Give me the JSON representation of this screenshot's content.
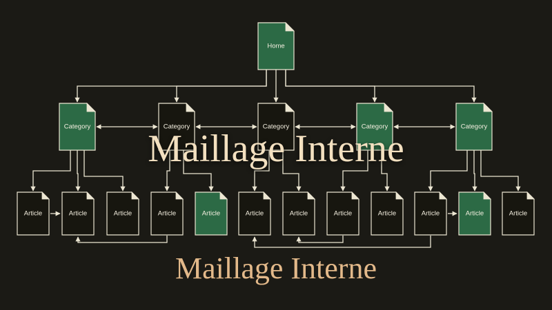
{
  "title": "Maillage Interne",
  "subtitle": "Maillage Interne",
  "colors": {
    "background": "#1b1a15",
    "line": "#ece6d2",
    "green_fill": "#2c6a45",
    "dark_fill": "#17160f",
    "title": "#f3e0c0",
    "subtitle": "#e3b98a"
  },
  "nodes": {
    "home": {
      "label": "Home",
      "highlight": true
    },
    "categories": [
      {
        "label": "Category",
        "highlight": true
      },
      {
        "label": "Category",
        "highlight": false
      },
      {
        "label": "Category",
        "highlight": false
      },
      {
        "label": "Category",
        "highlight": true
      },
      {
        "label": "Category",
        "highlight": true
      }
    ],
    "articles": [
      {
        "label": "Article",
        "highlight": false
      },
      {
        "label": "Article",
        "highlight": false
      },
      {
        "label": "Article",
        "highlight": false
      },
      {
        "label": "Article",
        "highlight": false
      },
      {
        "label": "Article",
        "highlight": true
      },
      {
        "label": "Article",
        "highlight": false
      },
      {
        "label": "Article",
        "highlight": false
      },
      {
        "label": "Article",
        "highlight": false
      },
      {
        "label": "Article",
        "highlight": false
      },
      {
        "label": "Article",
        "highlight": false
      },
      {
        "label": "Article",
        "highlight": true
      },
      {
        "label": "Article",
        "highlight": false
      }
    ]
  },
  "links": {
    "home_to_categories": [
      0,
      1,
      2,
      3,
      4
    ],
    "category_peer_links": [
      [
        0,
        1
      ],
      [
        1,
        2
      ],
      [
        2,
        3
      ],
      [
        3,
        4
      ]
    ],
    "category_to_articles": [
      [
        0,
        0
      ],
      [
        0,
        1
      ],
      [
        0,
        2
      ],
      [
        1,
        3
      ],
      [
        1,
        4
      ],
      [
        2,
        5
      ],
      [
        2,
        6
      ],
      [
        3,
        7
      ],
      [
        3,
        8
      ],
      [
        4,
        9
      ],
      [
        4,
        10
      ],
      [
        4,
        11
      ]
    ],
    "article_links": [
      [
        0,
        1
      ],
      [
        9,
        10
      ]
    ],
    "article_bottom_links": [
      [
        1,
        3
      ],
      [
        5,
        9
      ],
      [
        6,
        7
      ]
    ]
  }
}
